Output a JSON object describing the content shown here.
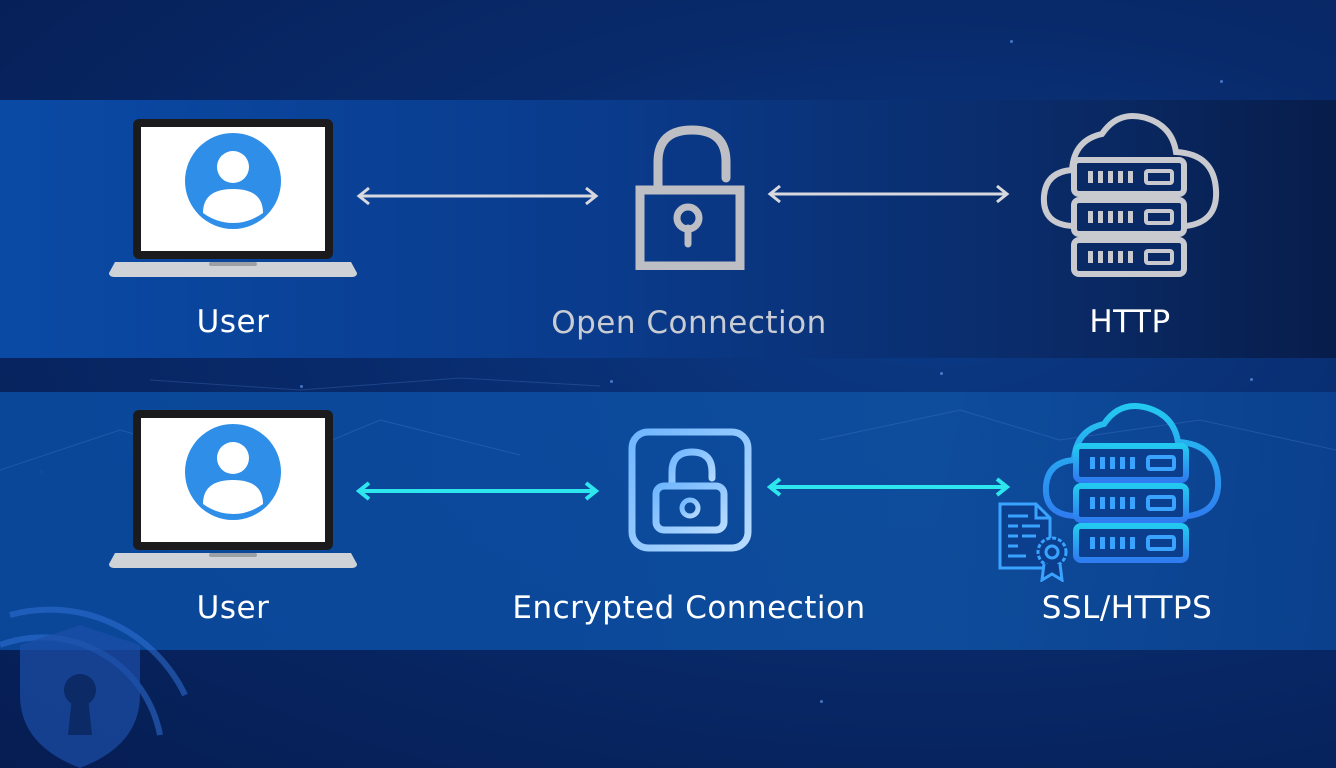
{
  "rows": [
    {
      "left_label": "User",
      "middle_label": "Open Connection",
      "right_label": "HTTP"
    },
    {
      "left_label": "User",
      "middle_label": "Encrypted Connection",
      "right_label": "SSL/HTTPS"
    }
  ],
  "colors": {
    "arrow_plain": "#d7d9de",
    "arrow_secure": "#2ee6ee",
    "lock_open": "#bdbfc4",
    "lock_secure": "#8fc6ff",
    "server_plain": "#c8cacf",
    "server_secure": "#3aa3ff",
    "user_avatar": "#2f8fe8"
  },
  "icons": [
    "laptop-icon",
    "user-avatar-icon",
    "bidirectional-arrow-icon",
    "open-padlock-icon",
    "cloud-server-icon",
    "certificate-icon",
    "shield-keyhole-icon"
  ]
}
